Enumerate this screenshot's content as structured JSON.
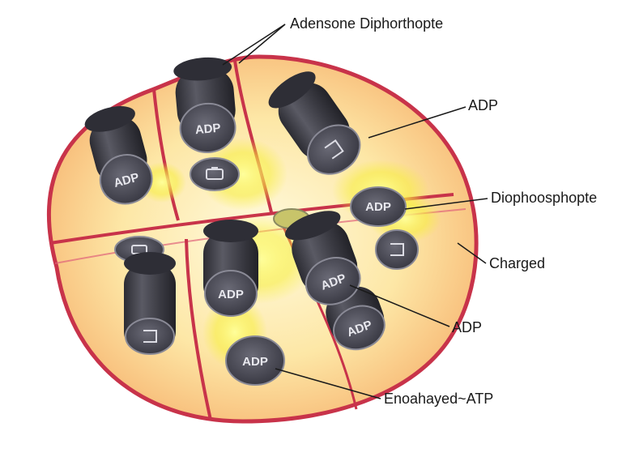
{
  "labels": {
    "top": "Adensone Diphorthopte",
    "adp_upper_right": "ADP",
    "dioph": "Diophoosphopte",
    "charged": "Charged",
    "adp_lower_right": "ADP",
    "bottom": "Enoahayed~ATP"
  },
  "cans": {
    "adp_1": "ADP",
    "adp_2": "ADP",
    "adp_3": "ADP",
    "adp_4": "ADP",
    "adp_5": "ADP",
    "adp_6": "ADP",
    "adp_7": "ADP"
  },
  "icons": [
    "battery-icon",
    "bracket-icon"
  ],
  "colors": {
    "outline": "#c8334a",
    "fill_center": "#fff6c4",
    "fill_edge": "#f7b870",
    "glow": "#f6ef3a",
    "can_body": "#3d3d46",
    "can_cap": "#55555f"
  }
}
